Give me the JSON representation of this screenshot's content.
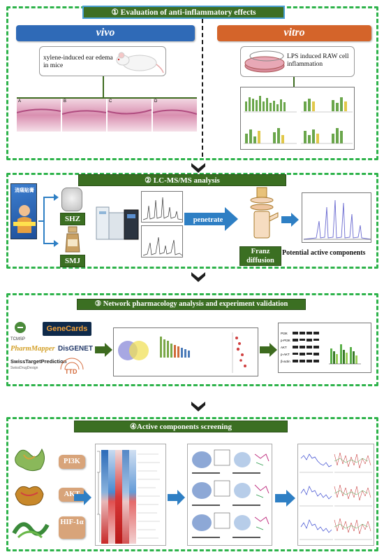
{
  "section1": {
    "title": "① Evaluation of anti-inflammatory effects",
    "vivo_label": "vivo",
    "vitro_label": "vitro",
    "vivo_desc": "xylene-induced ear edema in mice",
    "vitro_desc": "LPS induced RAW cell inflammation",
    "histology_panels": [
      "A",
      "B",
      "C",
      "D"
    ]
  },
  "section2": {
    "title": "② LC-MS/MS analysis",
    "shz_label": "SHZ",
    "smj_label": "SMJ",
    "penetrate_label": "penetrate",
    "franz_label": "Franz diffusion",
    "potential_label": "Potential active components",
    "product_brand": "消痛贴膏"
  },
  "section3": {
    "title": "③ Network pharmacology analysis and experiment validation",
    "databases": [
      "TCMSP",
      "GeneCards",
      "PharmMapper",
      "DisGENET",
      "SwissTargetPrediction",
      "TTD"
    ],
    "swiss_sub": "SwissDrugDesign",
    "wb_labels": [
      "PI3K",
      "p-PI3K",
      "AKT",
      "p-AKT",
      "β-actin"
    ]
  },
  "section4": {
    "title": "④Active components screening",
    "targets": [
      "PI3K",
      "AKT",
      "HIF-1α"
    ]
  },
  "colors": {
    "panel_border": "#2eb34b",
    "title_bar": "#3b6f22",
    "vivo_blue": "#2f6ab7",
    "vitro_orange": "#d4642a",
    "arrow_dark": "#1d1d1d",
    "arrow_blue": "#2e7fc4",
    "arrow_green": "#3d6b1f",
    "pill_tan": "#d8a47a",
    "sh_label": "#3b6f22"
  }
}
